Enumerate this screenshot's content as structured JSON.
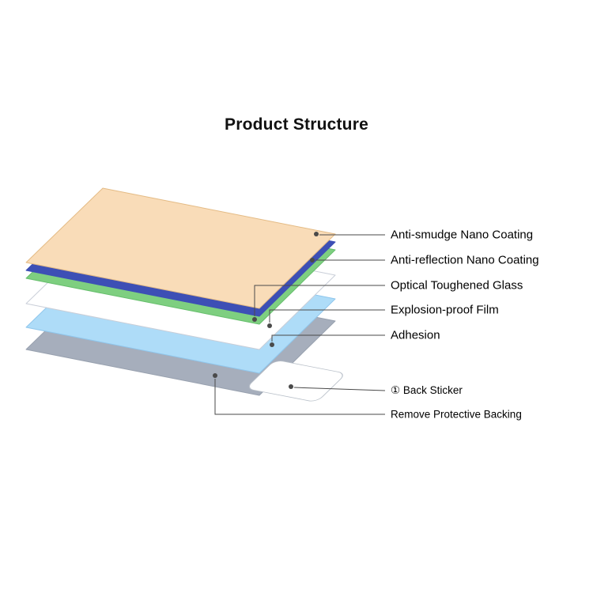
{
  "title": "Product Structure",
  "diagram": {
    "leader_color": "#4a4a4a",
    "layers": [
      {
        "id": "anti-smudge-nano-coating",
        "label": "Anti-smudge Nano Coating",
        "color": "#f9dcb8"
      },
      {
        "id": "anti-reflection-nano-coating",
        "label": "Anti-reflection Nano Coating",
        "color": "#3d4fb5"
      },
      {
        "id": "optical-toughened-glass",
        "label": "Optical Toughened Glass",
        "color": "#7ecf80"
      },
      {
        "id": "explosion-proof-film",
        "label": "Explosion-proof Film",
        "color": "#ffffff"
      },
      {
        "id": "adhesion",
        "label": "Adhesion",
        "color": "#aedcf8"
      },
      {
        "id": "remove-protective-backing",
        "label": "Remove Protective Backing",
        "color": "#a6aebc"
      }
    ],
    "back_sticker": {
      "label": "① Back Sticker",
      "color": "#ffffff"
    }
  }
}
